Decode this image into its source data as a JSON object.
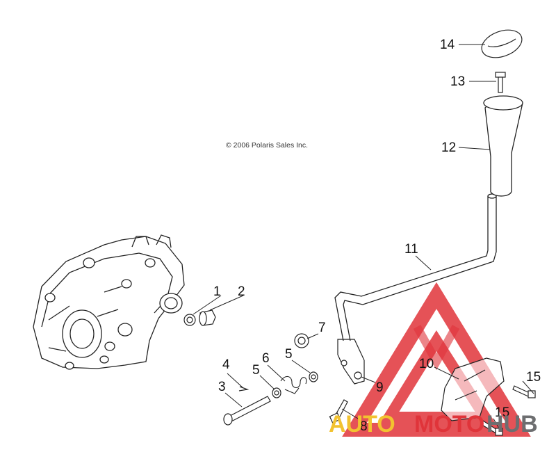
{
  "diagram": {
    "copyright": "© 2006 Polaris Sales Inc.",
    "callouts": [
      {
        "id": "1",
        "label": "1"
      },
      {
        "id": "2",
        "label": "2"
      },
      {
        "id": "3",
        "label": "3"
      },
      {
        "id": "4",
        "label": "4"
      },
      {
        "id": "5a",
        "label": "5"
      },
      {
        "id": "5b",
        "label": "5"
      },
      {
        "id": "6",
        "label": "6"
      },
      {
        "id": "7",
        "label": "7"
      },
      {
        "id": "8",
        "label": "8"
      },
      {
        "id": "9",
        "label": "9"
      },
      {
        "id": "10",
        "label": "10"
      },
      {
        "id": "11",
        "label": "11"
      },
      {
        "id": "12",
        "label": "12"
      },
      {
        "id": "13",
        "label": "13"
      },
      {
        "id": "14",
        "label": "14"
      },
      {
        "id": "15a",
        "label": "15"
      },
      {
        "id": "15b",
        "label": "15"
      }
    ]
  },
  "watermark": {
    "part1": "AUTO",
    "part2": "MOTO",
    "part3": "HUB",
    "color_yellow": "#f2c230",
    "color_red": "#e0343a",
    "color_gray": "#6d6e70"
  }
}
